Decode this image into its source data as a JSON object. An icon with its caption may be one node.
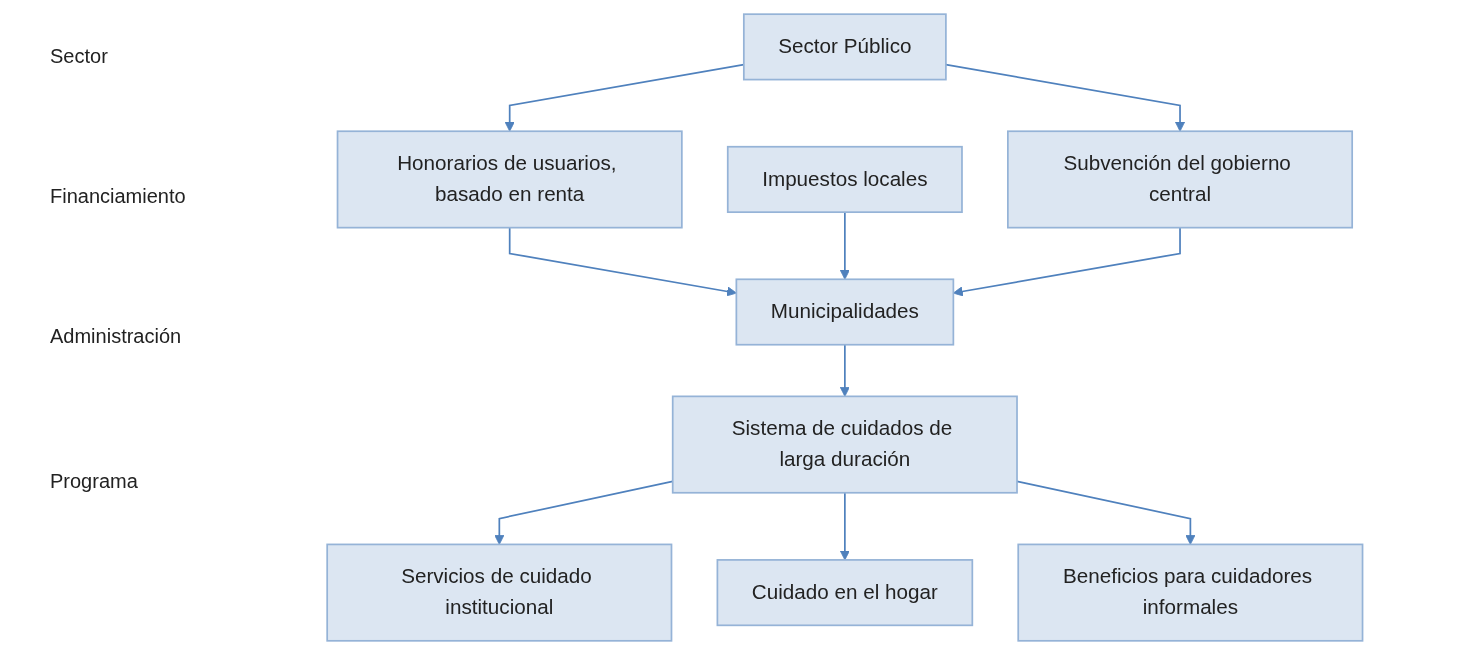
{
  "diagram": {
    "nodes": [
      {
        "text": [
          "Sector Público"
        ]
      },
      {
        "text": [
          "Honorarios de usuarios, basado en renta"
        ]
      },
      {
        "text": [
          "Impuestos locales"
        ]
      },
      {
        "text": [
          "Subvención del gobierno central"
        ]
      },
      {
        "text": [
          "Municipalidades"
        ]
      },
      {
        "text": [
          "Sistema de cuidados de larga duración"
        ]
      },
      {
        "text": [
          "Servicios de cuidado institucional"
        ]
      },
      {
        "text": [
          "Cuidado en el hogar"
        ]
      },
      {
        "text": [
          "Beneficios para cuidadores informales"
        ]
      }
    ],
    "edges": [
      {
        "from": 0,
        "to": 1,
        "arrow": "to"
      },
      {
        "from": 0,
        "to": 3,
        "arrow": "to"
      },
      {
        "from": 1,
        "to": 4,
        "arrow": "to"
      },
      {
        "from": 2,
        "to": 4,
        "arrow": "to"
      },
      {
        "from": 3,
        "to": 4,
        "arrow": "to"
      },
      {
        "from": 4,
        "to": 5,
        "arrow": "to"
      },
      {
        "from": 5,
        "to": 6,
        "arrow": "to"
      },
      {
        "from": 5,
        "to": 7,
        "arrow": "to"
      },
      {
        "from": 5,
        "to": 8,
        "arrow": "to"
      }
    ],
    "labels": [
      "Sector",
      "Financiamiento",
      "Administración",
      "Programa"
    ]
  }
}
